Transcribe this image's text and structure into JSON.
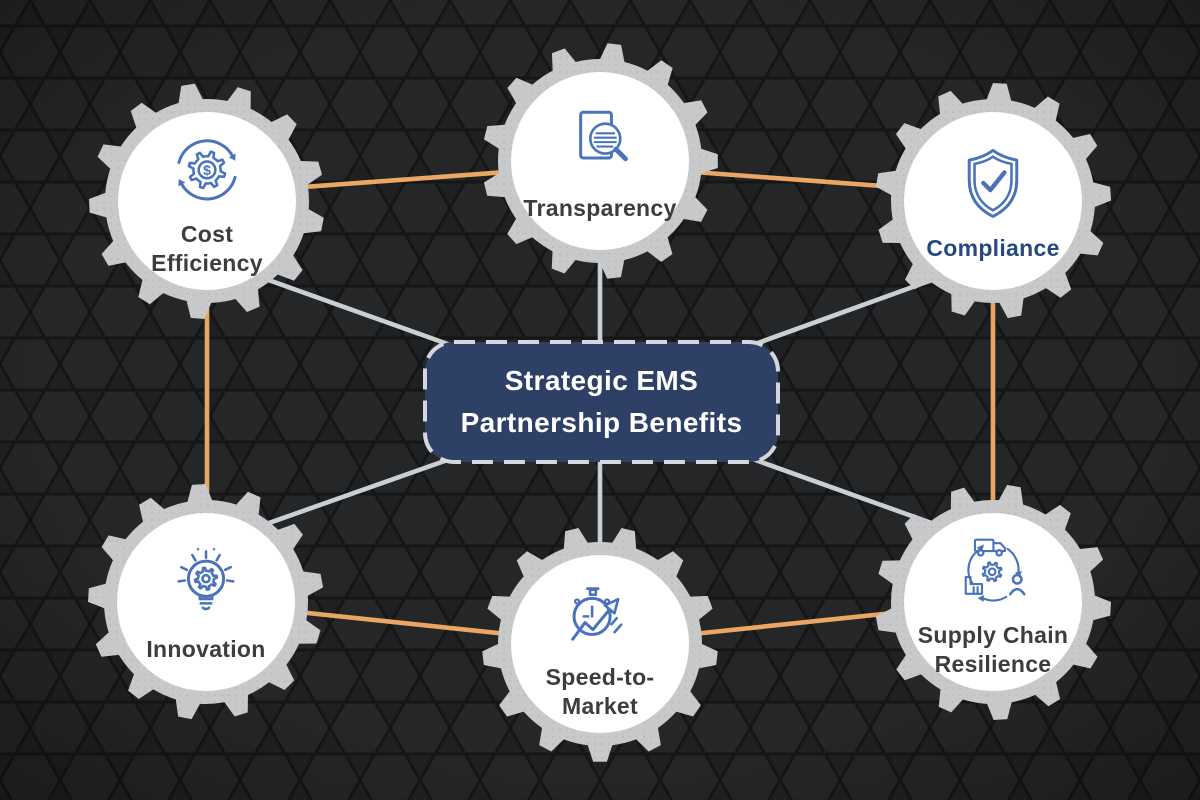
{
  "diagram": {
    "title": {
      "line1": "Strategic EMS",
      "line2": "Partnership Benefits"
    },
    "nodes": [
      {
        "id": "cost-efficiency",
        "label": "Cost\nEfficiency",
        "icon": "dollar-gear-refresh-icon"
      },
      {
        "id": "transparency",
        "label": "Transparency",
        "icon": "document-magnifier-icon"
      },
      {
        "id": "compliance",
        "label": "Compliance",
        "icon": "shield-check-icon"
      },
      {
        "id": "innovation",
        "label": "Innovation",
        "icon": "lightbulb-gear-icon"
      },
      {
        "id": "speed-to-market",
        "label": "Speed-to-\nMarket",
        "icon": "stopwatch-growth-arrow-icon"
      },
      {
        "id": "supply-chain-resilience",
        "label": "Supply Chain\nResilience",
        "icon": "logistics-cycle-icon"
      }
    ],
    "colors": {
      "background": "#17181a",
      "hexagon_fill": "#242628",
      "hexagon_line": "#151617",
      "gear_gray": "#c7c9cb",
      "node_circle": "#ffffff",
      "icon_blue": "#4a73ba",
      "label_dark": "#3c3d3f",
      "label_navy": "#27497f",
      "center_box_navy": "#2f4067",
      "center_box_border": "#d4d7db",
      "connector_orange": "#e9a763",
      "connector_gray": "#cccfd2",
      "title_text": "#ffffff"
    }
  }
}
